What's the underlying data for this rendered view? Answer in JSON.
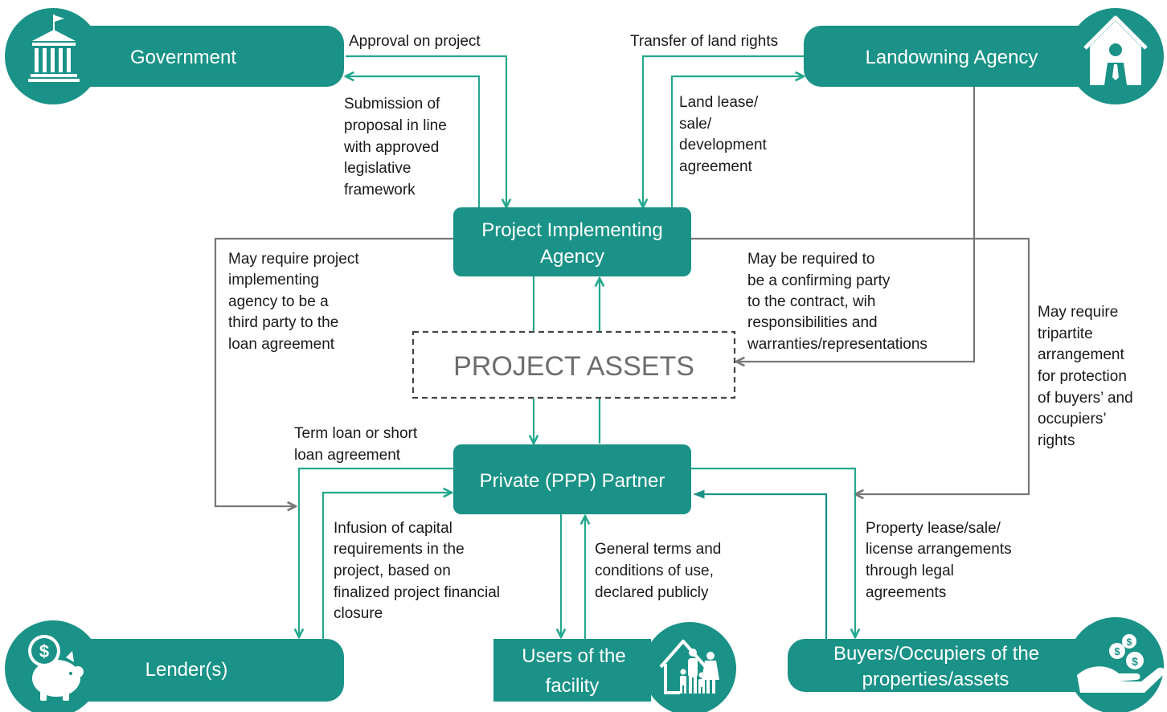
{
  "colors": {
    "teal": "#1a9287",
    "green_arrow": "#23a88e",
    "gray_arrow": "#777777",
    "text": "#1a1a1a",
    "assets_text": "#6d6d6d"
  },
  "nodes": {
    "government": {
      "label": "Government",
      "icon": "government-building-icon"
    },
    "landowning_agency": {
      "label": "Landowning Agency",
      "icon": "house-person-icon"
    },
    "project_implementing_agency": {
      "label_line1": "Project Implementing",
      "label_line2": "Agency"
    },
    "project_assets": {
      "label": "PROJECT ASSETS"
    },
    "private_partner": {
      "label": "Private (PPP) Partner"
    },
    "lenders": {
      "label": "Lender(s)",
      "icon": "piggy-bank-dollar-icon"
    },
    "users": {
      "label_line1": "Users of the",
      "label_line2": "facility",
      "icon": "family-house-icon"
    },
    "buyers": {
      "label_line1": "Buyers/Occupiers of the",
      "label_line2": "properties/assets",
      "icon": "hand-coins-icon"
    }
  },
  "edges": {
    "approval_on_project": [
      "Approval on project"
    ],
    "submission_of_proposal": [
      "Submission of",
      "proposal in line",
      "with approved",
      "legislative",
      "framework"
    ],
    "transfer_of_land_rights": [
      "Transfer of land rights"
    ],
    "land_lease": [
      "Land lease/",
      "sale/",
      "development",
      "agreement"
    ],
    "may_require_third_party": [
      "May require project",
      "implementing",
      "agency to be a",
      "third party to the",
      "loan agreement"
    ],
    "confirming_party": [
      "May be required to",
      "be a confirming party",
      "to the contract, wih",
      "responsibilities and",
      "warranties/representations"
    ],
    "tripartite": [
      "May require",
      "tripartite",
      "arrangement",
      "for protection",
      "of buyers’ and",
      "occupiers’",
      "rights"
    ],
    "term_loan": [
      "Term loan or short",
      "loan agreement"
    ],
    "infusion_of_capital": [
      "Infusion of capital",
      "requirements in the",
      "project, based on",
      "finalized project financial",
      "closure"
    ],
    "general_terms": [
      "General terms and",
      "conditions of use,",
      "declared publicly"
    ],
    "property_lease": [
      "Property lease/sale/",
      "license arrangements",
      "through legal",
      "agreements"
    ]
  }
}
